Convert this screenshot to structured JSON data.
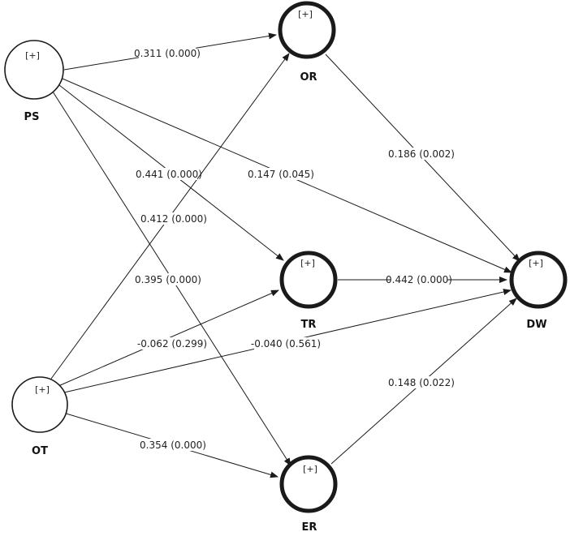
{
  "diagram": {
    "nodes": {
      "PS": {
        "label": "PS",
        "expand": "[+]",
        "kind": "exogenous"
      },
      "OT": {
        "label": "OT",
        "expand": "[+]",
        "kind": "exogenous"
      },
      "OR": {
        "label": "OR",
        "expand": "[+]",
        "kind": "endogenous"
      },
      "TR": {
        "label": "TR",
        "expand": "[+]",
        "kind": "endogenous"
      },
      "ER": {
        "label": "ER",
        "expand": "[+]",
        "kind": "endogenous"
      },
      "DW": {
        "label": "DW",
        "expand": "[+]",
        "kind": "endogenous"
      }
    },
    "paths": {
      "ps_or": {
        "from": "PS",
        "to": "OR",
        "label": "0.311 (0.000)"
      },
      "ps_tr": {
        "from": "PS",
        "to": "TR",
        "label": "0.441 (0.000)"
      },
      "ps_dw": {
        "from": "PS",
        "to": "DW",
        "label": "0.147 (0.045)"
      },
      "ps_er": {
        "from": "PS",
        "to": "ER",
        "label": "0.395 (0.000)"
      },
      "ot_or": {
        "from": "OT",
        "to": "OR",
        "label": "0.412 (0.000)"
      },
      "ot_tr": {
        "from": "OT",
        "to": "TR",
        "label": "-0.062 (0.299)"
      },
      "ot_dw": {
        "from": "OT",
        "to": "DW",
        "label": "-0.040 (0.561)"
      },
      "ot_er": {
        "from": "OT",
        "to": "ER",
        "label": "0.354 (0.000)"
      },
      "or_dw": {
        "from": "OR",
        "to": "DW",
        "label": "0.186 (0.002)"
      },
      "tr_dw": {
        "from": "TR",
        "to": "DW",
        "label": "0.442 (0.000)"
      },
      "er_dw": {
        "from": "ER",
        "to": "DW",
        "label": "0.148 (0.022)"
      }
    }
  }
}
